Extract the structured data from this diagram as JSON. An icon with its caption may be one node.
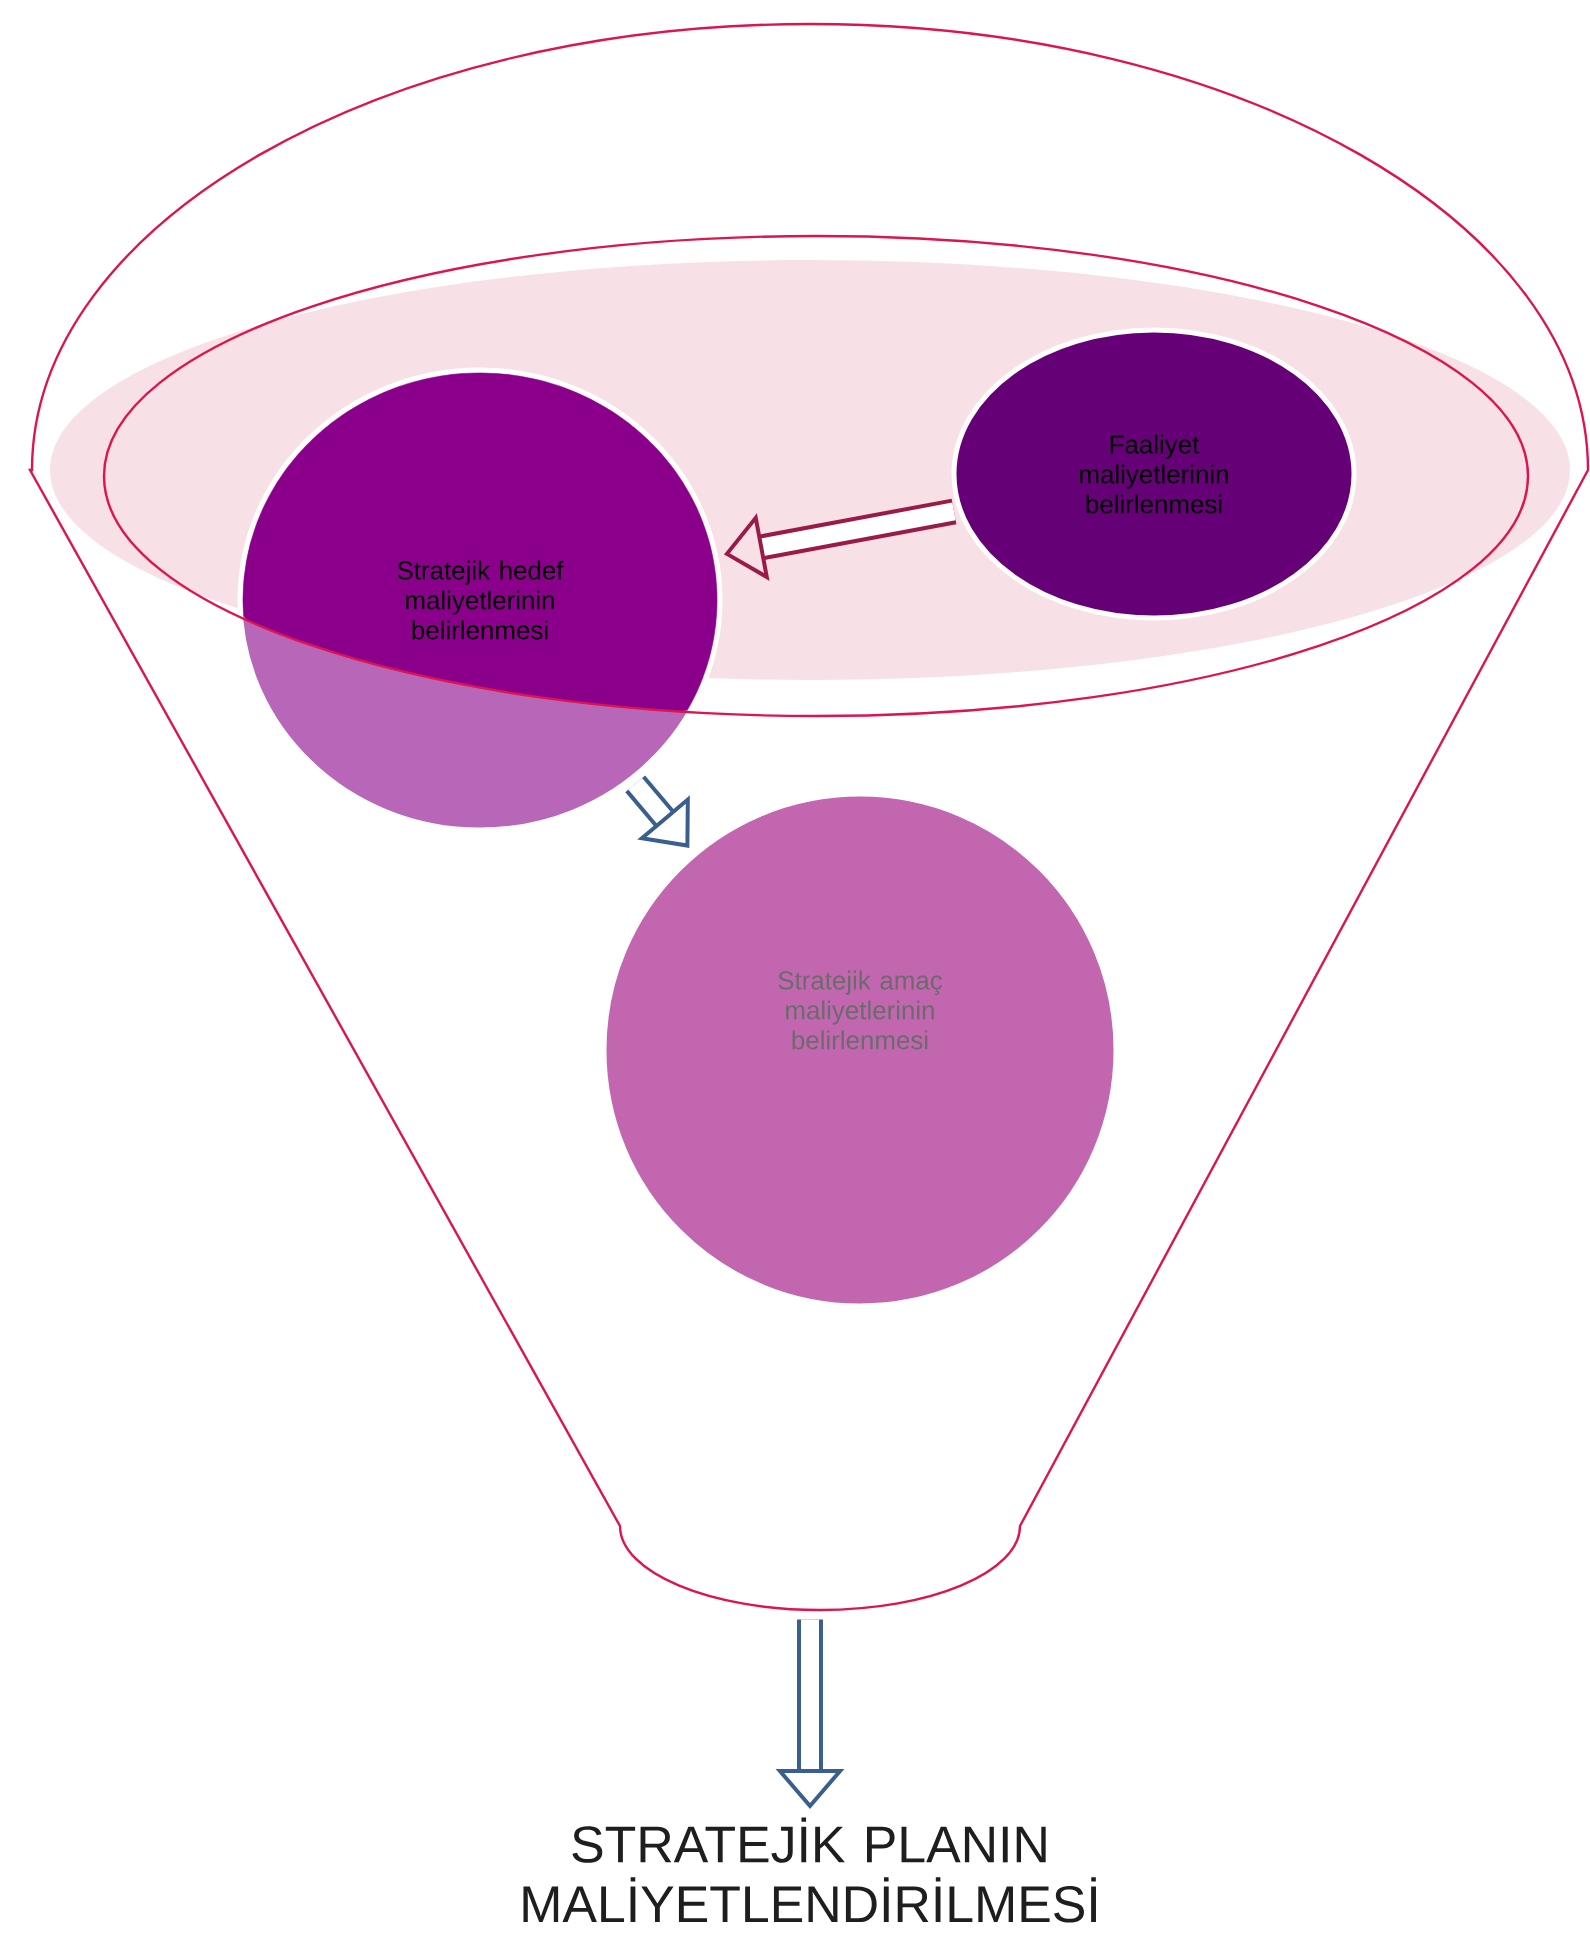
{
  "diagram": {
    "nodes": [
      {
        "text": [],
        "shape": "funnel"
      },
      {
        "text": [
          "Faaliyet maliyetlerinin belirlenmesi"
        ],
        "in": 0
      },
      {
        "text": [
          "Stratejik hedef maliyetlerinin belirlenmesi"
        ],
        "in": 0
      },
      {
        "text": [
          "Stratejik amaç maliyetlerinin belirlenmesi"
        ],
        "in": 0
      },
      {
        "text": [
          "STRATEJİK PLANIN MALİYETLENDİRİLMESİ"
        ]
      }
    ],
    "edges": [
      {
        "from": 1,
        "to": 2,
        "arrow": "to",
        "color": "#9b1b48"
      },
      {
        "from": 2,
        "to": 3,
        "arrow": "to"
      },
      {
        "from": 0,
        "to": 4,
        "arrow": "to"
      }
    ]
  }
}
